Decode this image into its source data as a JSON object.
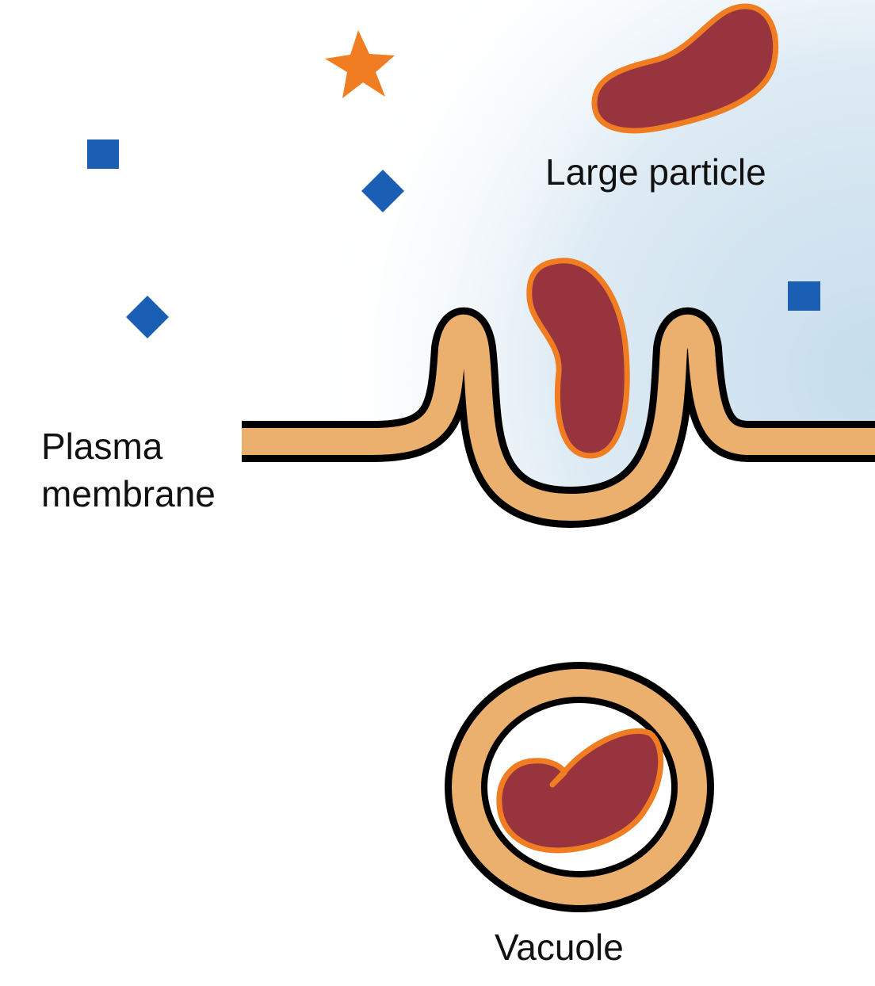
{
  "labels": {
    "large_particle": "Large particle",
    "plasma_membrane_line1": "Plasma",
    "plasma_membrane_line2": "membrane",
    "vacuole": "Vacuole"
  },
  "colors": {
    "background": "#ffffff",
    "extracellular_gradient": "#cfe3f0",
    "membrane_fill": "#ecb06e",
    "membrane_outline": "#000000",
    "particle_fill": "#98343e",
    "particle_outline": "#f07d22",
    "star_color": "#f07d22",
    "small_molecule_color": "#1a5fb4"
  },
  "icons": {
    "star": "star-icon",
    "square": "square-molecule-icon",
    "diamond": "diamond-molecule-icon"
  }
}
